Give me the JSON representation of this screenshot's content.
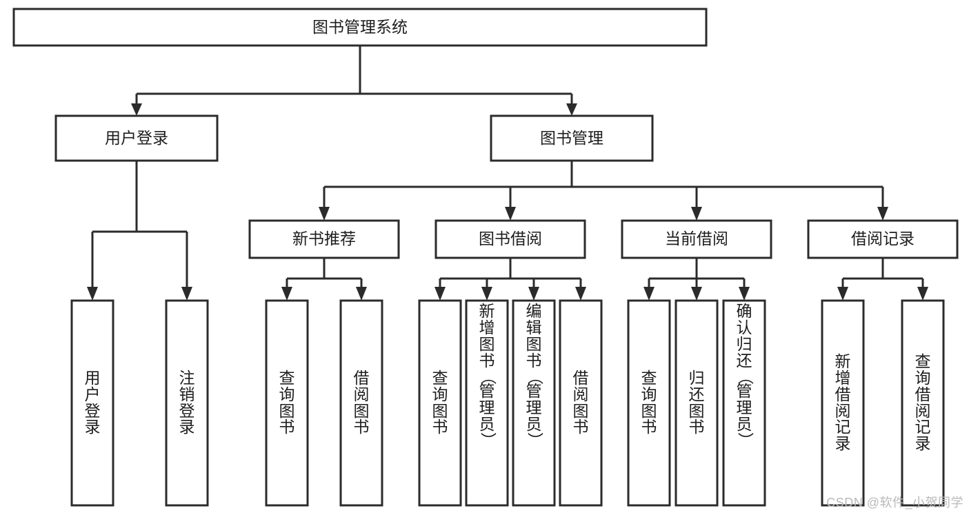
{
  "diagram": {
    "title_node": {
      "label": "图书管理系统"
    },
    "level2": [
      {
        "id": "user-login",
        "label": "用户登录"
      },
      {
        "id": "book-management",
        "label": "图书管理"
      }
    ],
    "level3": [
      {
        "id": "new-book-recommend",
        "label": "新书推荐"
      },
      {
        "id": "book-borrow",
        "label": "图书借阅"
      },
      {
        "id": "current-borrow",
        "label": "当前借阅"
      },
      {
        "id": "borrow-record",
        "label": "借阅记录"
      }
    ],
    "leaves": [
      {
        "id": "leaf-user-login",
        "label": "用户登录",
        "chars": [
          "用",
          "户",
          "登",
          "录"
        ]
      },
      {
        "id": "leaf-logout-login",
        "label": "注销登录",
        "chars": [
          "注",
          "销",
          "登",
          "录"
        ]
      },
      {
        "id": "leaf-query-book-1",
        "label": "查询图书",
        "chars": [
          "查",
          "询",
          "图",
          "书"
        ]
      },
      {
        "id": "leaf-borrow-book-1",
        "label": "借阅图书",
        "chars": [
          "借",
          "阅",
          "图",
          "书"
        ]
      },
      {
        "id": "leaf-query-book-2",
        "label": "查询图书",
        "chars": [
          "查",
          "询",
          "图",
          "书"
        ]
      },
      {
        "id": "leaf-add-book-admin",
        "label": "新增图书（管理员）",
        "chars": [
          "新",
          "增",
          "图",
          "书",
          "（",
          "管",
          "理",
          "员",
          "）"
        ]
      },
      {
        "id": "leaf-edit-book-admin",
        "label": "编辑图书（管理员）",
        "chars": [
          "编",
          "辑",
          "图",
          "书",
          "（",
          "管",
          "理",
          "员",
          "）"
        ]
      },
      {
        "id": "leaf-borrow-book-2",
        "label": "借阅图书",
        "chars": [
          "借",
          "阅",
          "图",
          "书"
        ]
      },
      {
        "id": "leaf-query-book-3",
        "label": "查询图书",
        "chars": [
          "查",
          "询",
          "图",
          "书"
        ]
      },
      {
        "id": "leaf-return-book",
        "label": "归还图书",
        "chars": [
          "归",
          "还",
          "图",
          "书"
        ]
      },
      {
        "id": "leaf-confirm-return-admin",
        "label": "确认归还（管理员）",
        "chars": [
          "确",
          "认",
          "归",
          "还",
          "（",
          "管",
          "理",
          "员",
          "）"
        ]
      },
      {
        "id": "leaf-add-borrow-record",
        "label": "新增借阅记录",
        "chars": [
          "新",
          "增",
          "借",
          "阅",
          "记",
          "录"
        ]
      },
      {
        "id": "leaf-query-borrow-record",
        "label": "查询借阅记录",
        "chars": [
          "查",
          "询",
          "借",
          "阅",
          "记",
          "录"
        ]
      }
    ],
    "colors": {
      "stroke": "#2b2b2b",
      "fill": "#ffffff",
      "text": "#1d1d1d",
      "watermark": "#b9b9b9",
      "background": "#ffffff"
    }
  },
  "watermark": {
    "text": "CSDN @软件_小贺同学"
  }
}
